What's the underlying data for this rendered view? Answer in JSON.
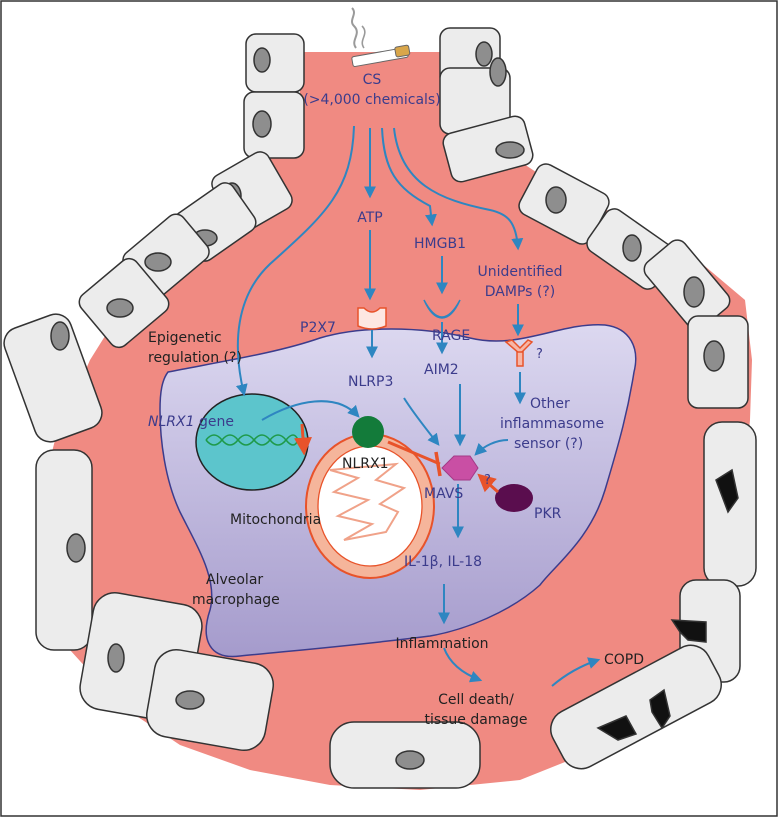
{
  "labels": {
    "cs": "CS",
    "cs_sub": "(>4,000 chemicals)",
    "atp": "ATP",
    "hmgb1": "HMGB1",
    "damps_1": "Unidentified",
    "damps_2": "DAMPs (?)",
    "p2x7": "P2X7",
    "rage": "RAGE",
    "receptor_q": "?",
    "epigenetic_1": "Epigenetic",
    "epigenetic_2": "regulation (?)",
    "nlrp3": "NLRP3",
    "aim2": "AIM2",
    "other_1": "Other",
    "other_2": "inflammasome",
    "other_3": "sensor (?)",
    "nlrx1_gene_italic": "NLRX1",
    "nlrx1_gene_rest": " gene",
    "nlrx1": "NLRX1",
    "pkr_q": "?",
    "mavs": "MAVS",
    "pkr": "PKR",
    "mitochondria": "Mitochondria",
    "cytokines": "IL-1β, IL-18",
    "alveolar_1": "Alveolar",
    "alveolar_2": "macrophage",
    "inflammation": "Inflammation",
    "celldeath_1": "Cell death/",
    "celldeath_2": "tissue damage",
    "copd": "COPD"
  },
  "colors": {
    "alveolus_fill": "#f08a82",
    "epithelial_cell": "#ececec",
    "epithelial_nucleus": "#8e8e8e",
    "macrophage_top": "#dcd8f0",
    "macrophage_bottom": "#a59bcc",
    "nucleus": "#5cc5cc",
    "dna_strand": "#1f9a4a",
    "nlrx1_protein": "#137b3a",
    "mavs_protein": "#c94fa4",
    "pkr_protein": "#5a0d4e",
    "mitochondria": "#f5b59b",
    "arrow_blue": "#2e86c1",
    "inhibit_orange": "#e8532a",
    "text": "#3c3c8c",
    "receptor_p2x7": "#fde7e2",
    "receptor_rage": "#6ab6e6",
    "receptor_other": "#f7b6a6"
  },
  "icons": [
    "cigarette-icon",
    "receptor-p2x7-icon",
    "receptor-rage-icon",
    "receptor-other-icon",
    "dna-helix-icon"
  ]
}
